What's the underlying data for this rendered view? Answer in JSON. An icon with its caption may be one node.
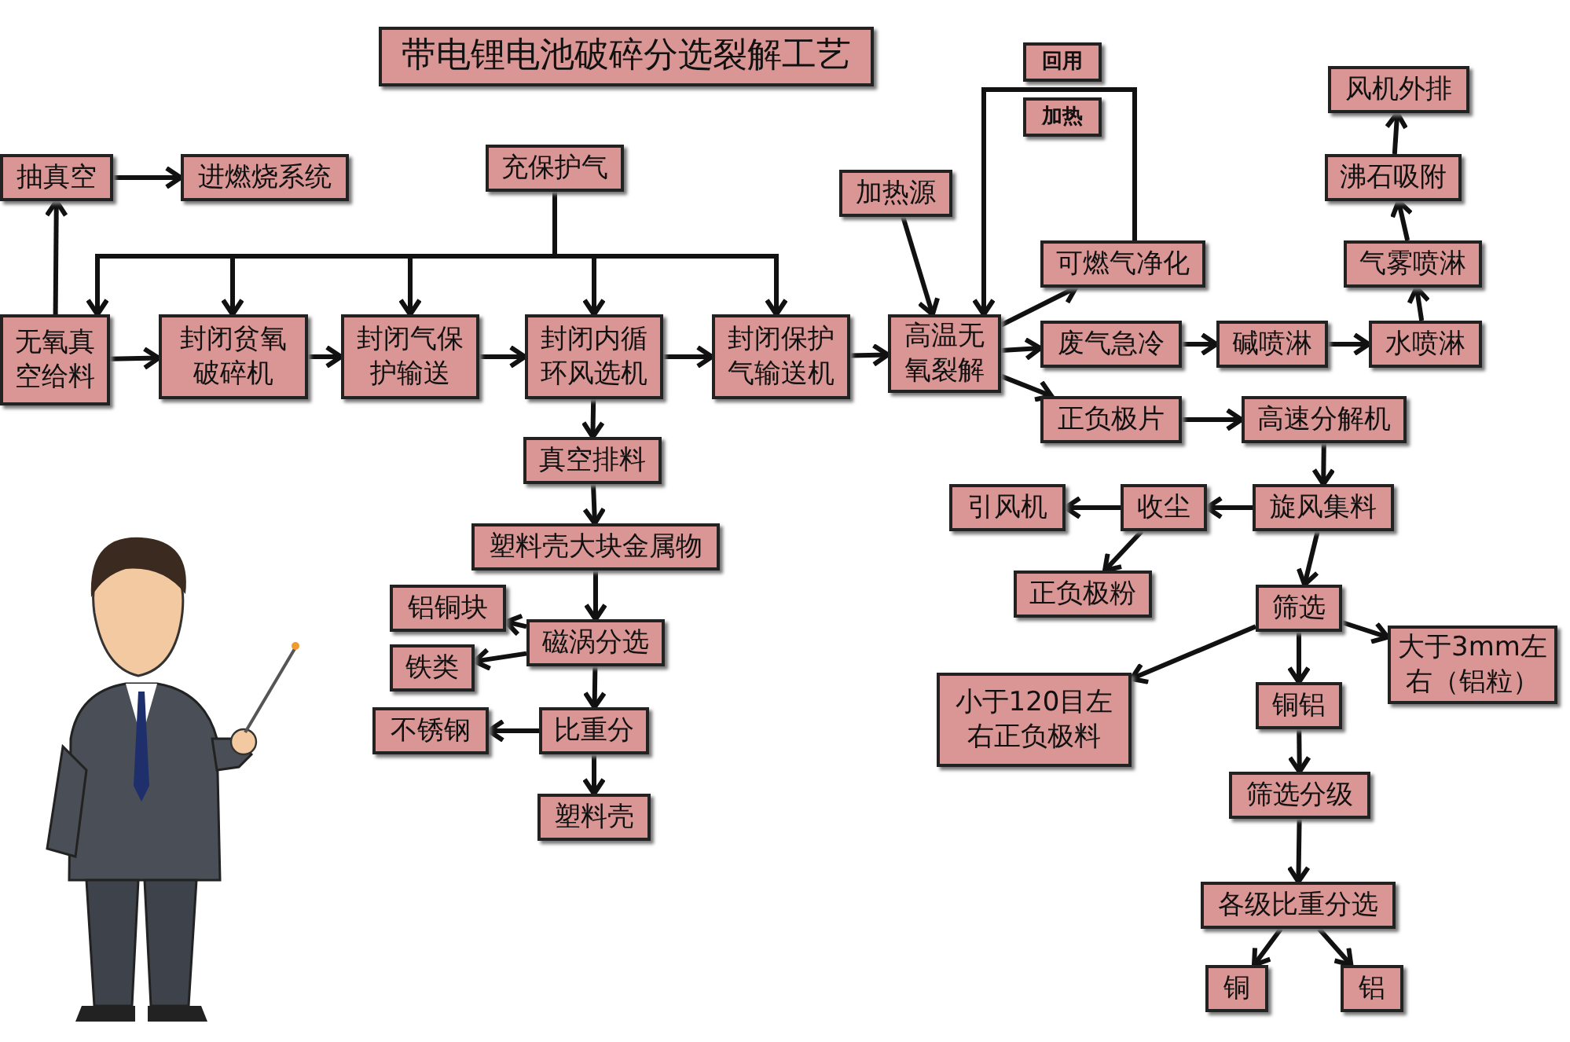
{
  "diagram": {
    "title": "带电锂电池破碎分选裂解工艺",
    "nodes": [
      {
        "text": [
          "抽真空"
        ]
      },
      {
        "text": [
          "进燃烧系统"
        ]
      },
      {
        "text": [
          "充保护气"
        ]
      },
      {
        "text": [
          "无氧真空给料"
        ]
      },
      {
        "text": [
          "封闭贫氧破碎机"
        ]
      },
      {
        "text": [
          "封闭气保护输送"
        ]
      },
      {
        "text": [
          "封闭内循环风选机"
        ]
      },
      {
        "text": [
          "封闭保护气输送机"
        ]
      },
      {
        "text": [
          "加热源"
        ]
      },
      {
        "text": [
          "高温无氧裂解"
        ]
      },
      {
        "text": [
          "回用"
        ]
      },
      {
        "text": [
          "加热"
        ]
      },
      {
        "text": [
          "可燃气净化"
        ]
      },
      {
        "text": [
          "废气急冷"
        ]
      },
      {
        "text": [
          "碱喷淋"
        ]
      },
      {
        "text": [
          "水喷淋"
        ]
      },
      {
        "text": [
          "气雾喷淋"
        ]
      },
      {
        "text": [
          "沸石吸附"
        ]
      },
      {
        "text": [
          "风机外排"
        ]
      },
      {
        "text": [
          "正负极片"
        ]
      },
      {
        "text": [
          "高速分解机"
        ]
      },
      {
        "text": [
          "旋风集料"
        ]
      },
      {
        "text": [
          "收尘"
        ]
      },
      {
        "text": [
          "引风机"
        ]
      },
      {
        "text": [
          "正负极粉"
        ]
      },
      {
        "text": [
          "筛选"
        ]
      },
      {
        "text": [
          "大于3mm左右（铝粒）"
        ]
      },
      {
        "text": [
          "小于120目左右正负极料"
        ]
      },
      {
        "text": [
          "铜铝"
        ]
      },
      {
        "text": [
          "筛选分级"
        ]
      },
      {
        "text": [
          "各级比重分选"
        ]
      },
      {
        "text": [
          "铜"
        ]
      },
      {
        "text": [
          "铝"
        ]
      },
      {
        "text": [
          "真空排料"
        ]
      },
      {
        "text": [
          "塑料壳大块金属物"
        ]
      },
      {
        "text": [
          "铝铜块"
        ]
      },
      {
        "text": [
          "磁涡分选"
        ]
      },
      {
        "text": [
          "铁类"
        ]
      },
      {
        "text": [
          "比重分"
        ]
      },
      {
        "text": [
          "不锈钢"
        ]
      },
      {
        "text": [
          "塑料壳"
        ]
      }
    ],
    "edges": [
      {
        "from": 3,
        "to": 0,
        "arrow": "to"
      },
      {
        "from": 0,
        "to": 1,
        "arrow": "to"
      },
      {
        "from": 2,
        "to": 3,
        "arrow": "to"
      },
      {
        "from": 2,
        "to": 4,
        "arrow": "to"
      },
      {
        "from": 2,
        "to": 5,
        "arrow": "to"
      },
      {
        "from": 2,
        "to": 6,
        "arrow": "to"
      },
      {
        "from": 2,
        "to": 7,
        "arrow": "to"
      },
      {
        "from": 3,
        "to": 4,
        "arrow": "to"
      },
      {
        "from": 4,
        "to": 5,
        "arrow": "to"
      },
      {
        "from": 5,
        "to": 6,
        "arrow": "to"
      },
      {
        "from": 6,
        "to": 7,
        "arrow": "to"
      },
      {
        "from": 7,
        "to": 9,
        "arrow": "to"
      },
      {
        "from": 8,
        "to": 9,
        "arrow": "to"
      },
      {
        "from": 9,
        "to": 12,
        "arrow": "to"
      },
      {
        "from": 9,
        "to": 13,
        "arrow": "to"
      },
      {
        "from": 9,
        "to": 19,
        "arrow": "to"
      },
      {
        "from": 12,
        "to": 9,
        "arrow": "to"
      },
      {
        "from": 13,
        "to": 14,
        "arrow": "to"
      },
      {
        "from": 14,
        "to": 15,
        "arrow": "to"
      },
      {
        "from": 15,
        "to": 16,
        "arrow": "to"
      },
      {
        "from": 16,
        "to": 17,
        "arrow": "to"
      },
      {
        "from": 17,
        "to": 18,
        "arrow": "to"
      },
      {
        "from": 19,
        "to": 20,
        "arrow": "to"
      },
      {
        "from": 20,
        "to": 21,
        "arrow": "to"
      },
      {
        "from": 21,
        "to": 22,
        "arrow": "to"
      },
      {
        "from": 22,
        "to": 23,
        "arrow": "to"
      },
      {
        "from": 22,
        "to": 24,
        "arrow": "to"
      },
      {
        "from": 21,
        "to": 25,
        "arrow": "to"
      },
      {
        "from": 25,
        "to": 27,
        "arrow": "to"
      },
      {
        "from": 25,
        "to": 28,
        "arrow": "to"
      },
      {
        "from": 25,
        "to": 26,
        "arrow": "to"
      },
      {
        "from": 28,
        "to": 29,
        "arrow": "to"
      },
      {
        "from": 29,
        "to": 30,
        "arrow": "to"
      },
      {
        "from": 30,
        "to": 31,
        "arrow": "to"
      },
      {
        "from": 30,
        "to": 32,
        "arrow": "to"
      },
      {
        "from": 6,
        "to": 33,
        "arrow": "to"
      },
      {
        "from": 33,
        "to": 34,
        "arrow": "to"
      },
      {
        "from": 34,
        "to": 36,
        "arrow": "to"
      },
      {
        "from": 36,
        "to": 35,
        "arrow": "to"
      },
      {
        "from": 36,
        "to": 37,
        "arrow": "to"
      },
      {
        "from": 36,
        "to": 38,
        "arrow": "to"
      },
      {
        "from": 38,
        "to": 39,
        "arrow": "to"
      },
      {
        "from": 38,
        "to": 40,
        "arrow": "to"
      }
    ]
  }
}
